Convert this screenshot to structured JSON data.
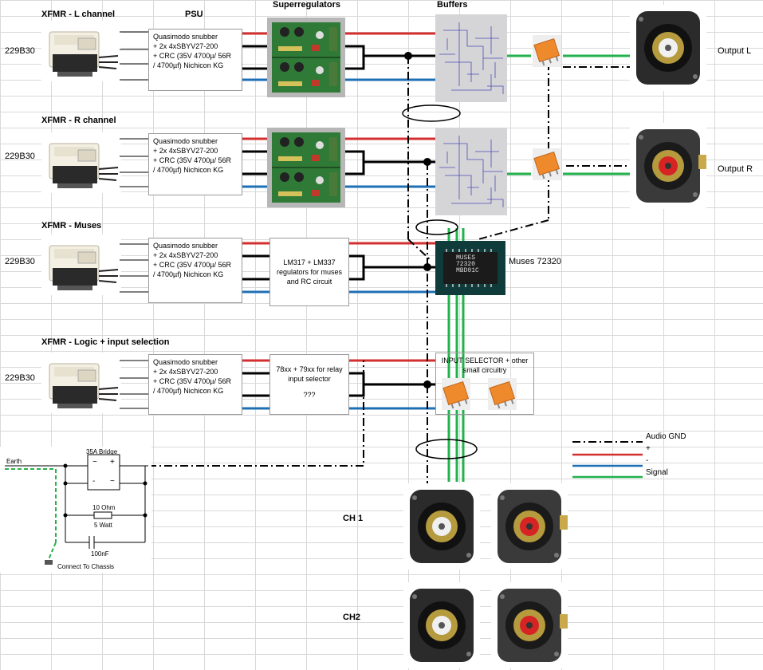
{
  "headers": {
    "xfmr_l": "XFMR - L channel",
    "psu": "PSU",
    "superregulators": "Superregulators",
    "buffers": "Buffers",
    "xfmr_r": "XFMR - R channel",
    "xfmr_muses": "XFMR - Muses",
    "xfmr_logic": "XFMR - Logic + input selection"
  },
  "transformer_model": "229B30",
  "psu_lines": [
    "Quasimodo snubber",
    " + 2x  4xSBYV27-200",
    " + CRC (35V 4700µ/ 56R",
    " / 4700µf) Nichicon KG"
  ],
  "muses_reg_text": "LM317 + LM337 regulators for muses and RC circuit",
  "logic_reg_text": "78xx + 79xx for relay input selector",
  "logic_reg_question": "???",
  "muses_chip_label": "Muses 72320",
  "muses_chip_marking": [
    "MUSES",
    "72320",
    "MBD01C"
  ],
  "input_selector_text": "INPUT SELECTOR + other small circuitry",
  "outputs": {
    "left": "Output L",
    "right": "Output R"
  },
  "channels": {
    "ch1": "CH 1",
    "ch2": "CH2"
  },
  "legend": [
    {
      "label": "Audio GND",
      "style": "dashdot",
      "color": "#000000"
    },
    {
      "label": "+",
      "style": "solid",
      "color": "#d32f2f"
    },
    {
      "label": "-",
      "style": "solid",
      "color": "#1f6fb5"
    },
    {
      "label": "Signal",
      "style": "solid",
      "color": "#22b14c"
    }
  ],
  "earth_circuit": {
    "earth_label": "Earth",
    "bridge_label": "35A Bridge",
    "resistor_label": "10 Ohm",
    "resistor_power": "5 Watt",
    "capacitor_label": "100nF",
    "chassis_label": "Connect To Chassis"
  },
  "colors": {
    "positive": "#d32f2f",
    "negative": "#1f6fb5",
    "signal": "#22b14c",
    "ground": "#000000"
  }
}
